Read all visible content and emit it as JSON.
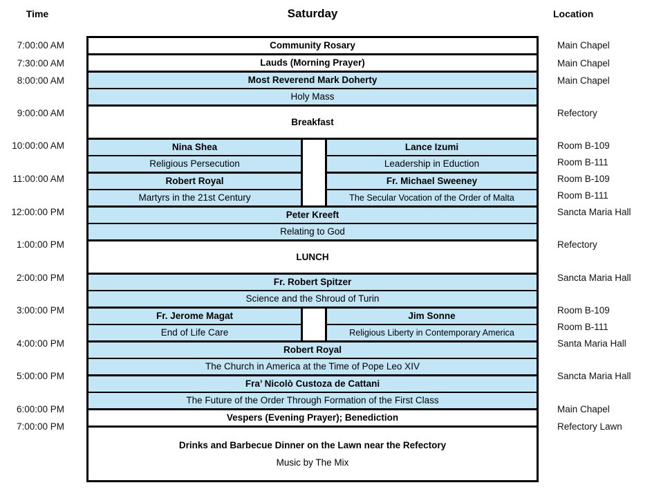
{
  "header": {
    "time_label": "Time",
    "day_label": "Saturday",
    "location_label": "Location"
  },
  "times": [
    "7:00:00 AM",
    "7:30:00 AM",
    "8:00:00 AM",
    "9:00:00 AM",
    "10:00:00 AM",
    "11:00:00 AM",
    "12:00:00 PM",
    "1:00:00 PM",
    "2:00:00 PM",
    "3:00:00 PM",
    "4:00:00 PM",
    "5:00:00 PM",
    "6:00:00 PM",
    "7:00:00 PM"
  ],
  "locations": [
    "Main Chapel",
    "Main Chapel",
    "Main Chapel",
    "Refectory",
    "Room B-109",
    "Room B-111",
    "Room B-109",
    "Room B-111",
    "Sancta Maria Hall",
    "Refectory",
    "Sancta Maria Hall",
    "Room B-109",
    "Room B-111",
    "Santa Maria Hall",
    "Sancta Maria Hall",
    "Main Chapel",
    "Refectory Lawn"
  ],
  "sessions": {
    "rosary": "Community Rosary",
    "lauds": "Lauds (Morning Prayer)",
    "mass_speaker": "Most Reverend Mark Doherty",
    "mass_title": "Holy Mass",
    "breakfast": "Breakfast",
    "s10_left_speaker": "Nina Shea",
    "s10_left_title": "Religious Persecution",
    "s10_right_speaker": "Lance Izumi",
    "s10_right_title": "Leadership in Eduction",
    "s11_left_speaker": "Robert Royal",
    "s11_left_title": "Martyrs in the 21st Century",
    "s11_right_speaker": "Fr. Michael Sweeney",
    "s11_right_title": "The Secular Vocation of the Order of Malta",
    "s12_speaker": "Peter Kreeft",
    "s12_title": "Relating to God",
    "lunch": "LUNCH",
    "s14_speaker": "Fr. Robert Spitzer",
    "s14_title": "Science and the Shroud of Turin",
    "s15_left_speaker": "Fr. Jerome Magat",
    "s15_left_title": "End of Life Care",
    "s15_right_speaker": "Jim Sonne",
    "s15_right_title": "Religious Liberty in Contemporary America",
    "s16_speaker": "Robert Royal",
    "s16_title": "The Church in America at the Time of Pope Leo XIV",
    "s17_speaker": "Fra’ Nicolò Custoza de Cattani",
    "s17_title": "The Future of the Order Through Formation of the First Class",
    "vespers": "Vespers (Evening Prayer);  Benediction",
    "dinner_line1": "Drinks and  Barbecue Dinner on the Lawn near the Refectory",
    "dinner_line2": "Music by The Mix"
  },
  "colors": {
    "session_fill": "#c2e6f5",
    "plain_fill": "#ffffff",
    "border": "#000000"
  }
}
